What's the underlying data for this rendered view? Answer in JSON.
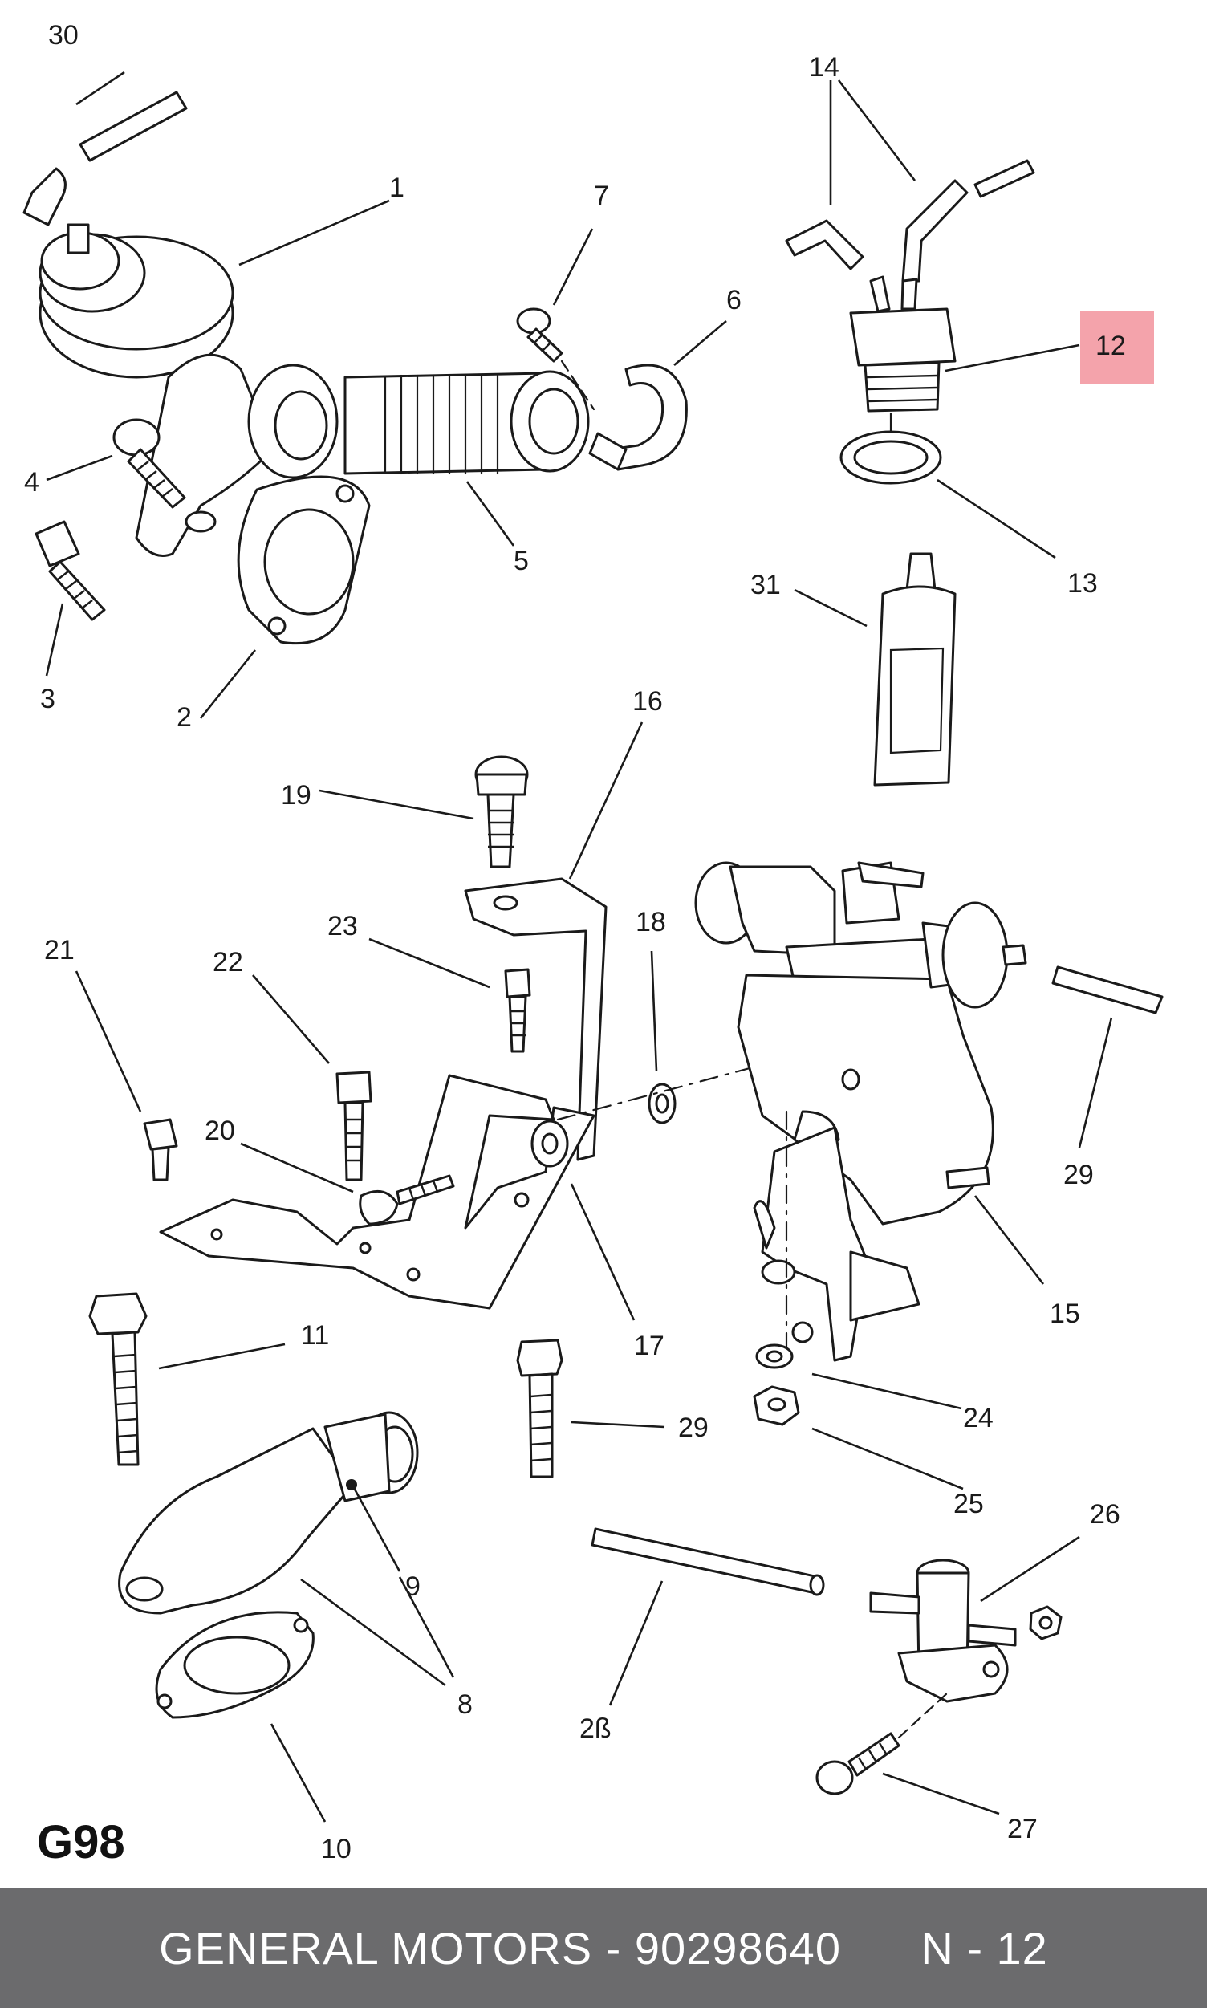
{
  "diagram": {
    "sheet_code": "G98",
    "highlighted_part": "12",
    "highlight_color": "#f4a3ab",
    "callouts": [
      "30",
      "1",
      "7",
      "6",
      "14",
      "12",
      "13",
      "31",
      "4",
      "5",
      "3",
      "2",
      "16",
      "19",
      "23",
      "18",
      "21",
      "22",
      "20",
      "29",
      "15",
      "17",
      "11",
      "24",
      "25",
      "9",
      "8",
      "26",
      "2ß",
      "10",
      "27",
      "29"
    ]
  },
  "footer": {
    "text": "GENERAL MOTORS - 90298640      N - 12",
    "background": "#6b6b6d",
    "text_color": "#ffffff"
  }
}
